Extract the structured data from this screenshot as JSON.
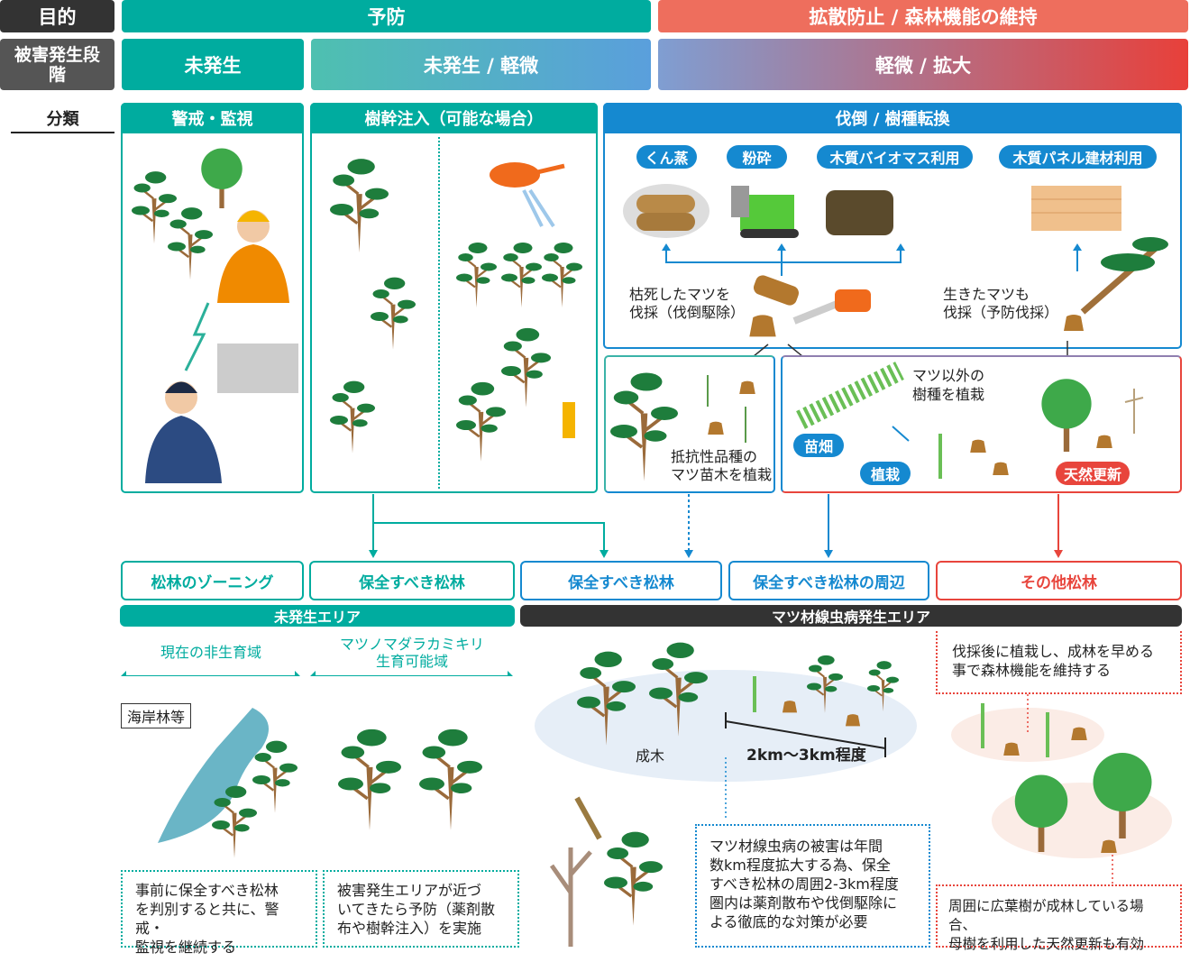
{
  "row_purpose": {
    "label": "目的",
    "prevention": "予防",
    "spread": "拡散防止 / 森林機能の維持"
  },
  "row_stage": {
    "label": "被害発生段階",
    "none": "未発生",
    "none_minor": "未発生 / 軽微",
    "minor_expand": "軽微 / 拡大"
  },
  "classification": {
    "label": "分類"
  },
  "panels": {
    "watch": {
      "title": "警戒・監視"
    },
    "injection": {
      "title": "樹幹注入（可能な場合）"
    },
    "felling": {
      "title": "伐倒 / 樹種転換",
      "pills": [
        "くん蒸",
        "粉砕",
        "木質バイオマス利用",
        "木質パネル建材利用"
      ],
      "dead_text": [
        "枯死したマツを",
        "伐採（伐倒駆除）"
      ],
      "live_text": [
        "生きたマツも",
        "伐採（予防伐採）"
      ]
    },
    "resistant": {
      "text": [
        "抵抗性品種の",
        "マツ苗木を植栽"
      ]
    },
    "conversion": {
      "text": [
        "マツ以外の",
        "樹種を植栽"
      ],
      "nursery": "苗畑",
      "planting": "植栽",
      "natural": "天然更新"
    }
  },
  "targets": [
    "松林のゾーニング",
    "保全すべき松林",
    "保全すべき松林",
    "保全すべき松林の周辺",
    "その他松林"
  ],
  "areas": {
    "unaffected": "未発生エリア",
    "affected": "マツ材線虫病発生エリア"
  },
  "zones": {
    "current": "現在の非生育域",
    "possible": [
      "マツノマダラカミキリ",
      "生育可能域"
    ],
    "coastal": "海岸林等"
  },
  "diagram": {
    "mature": "成木",
    "distance": "2km〜3km程度"
  },
  "notes": {
    "n1": [
      "事前に保全すべき松林",
      "を判別すると共に、警戒・",
      "監視を継続する"
    ],
    "n2": [
      "被害発生エリアが近づ",
      "いてきたら予防（薬剤散",
      "布や樹幹注入）を実施"
    ],
    "n3": [
      "マツ材線虫病の被害は年間",
      "数km程度拡大する為、保全",
      "すべき松林の周囲2-3km程度",
      "圏内は薬剤散布や伐倒駆除に",
      "よる徹底的な対策が必要"
    ],
    "n4": [
      "伐採後に植栽し、成林を早める",
      "事で森林機能を維持する"
    ],
    "n5": [
      "周囲に広葉樹が成林している場合、",
      "母樹を利用した天然更新も有効"
    ]
  },
  "colors": {
    "teal": "#00ac9f",
    "blue": "#1589d0",
    "red": "#e8453c",
    "coral": "#ee6e5d",
    "dark": "#333333"
  }
}
